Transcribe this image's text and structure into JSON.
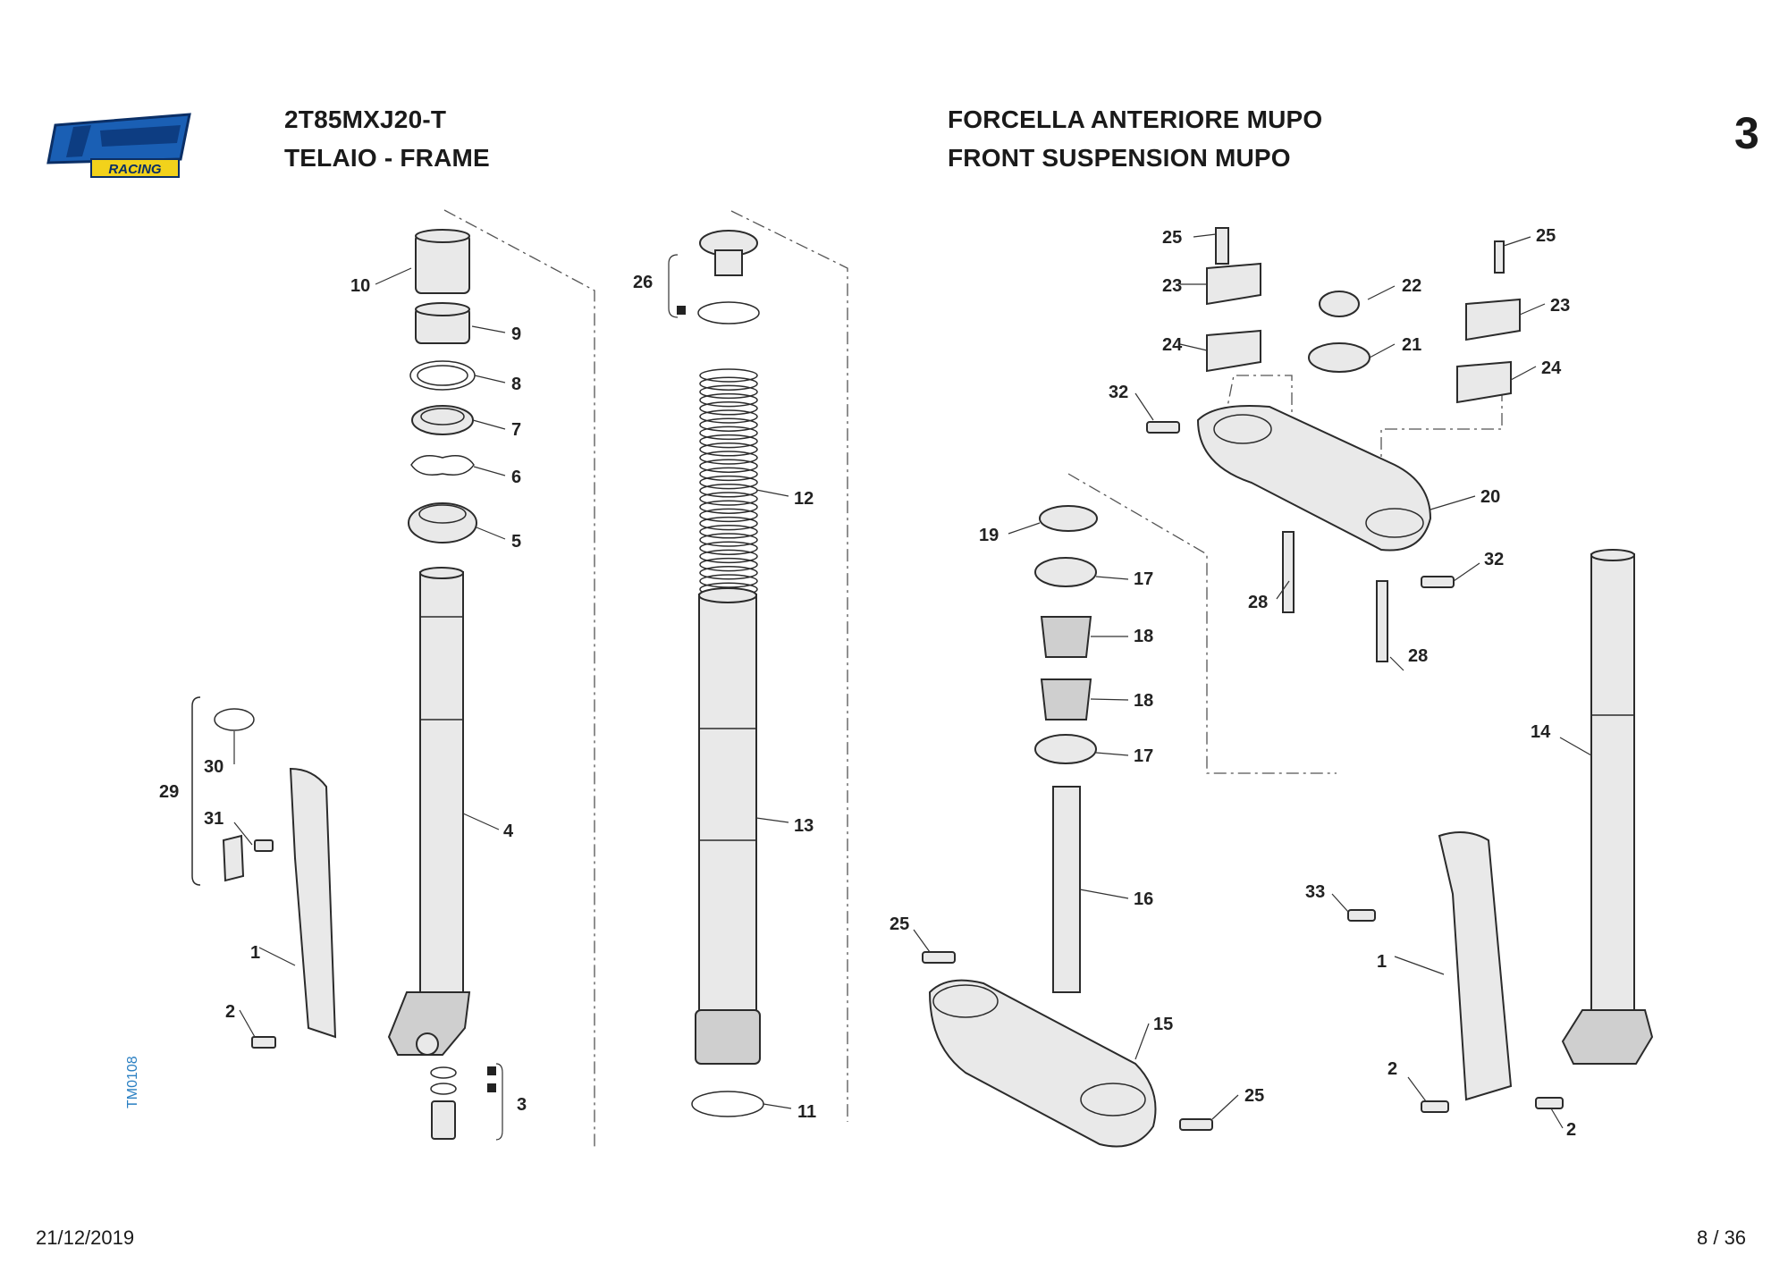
{
  "header": {
    "model": "2T85MXJ20-T",
    "group": "TELAIO - FRAME",
    "title_it": "FORCELLA ANTERIORE MUPO",
    "title_en": "FRONT SUSPENSION MUPO",
    "page_number": "3"
  },
  "logo": {
    "brand": "tm",
    "sub": "RACING",
    "primary_color": "#1a5fb4",
    "accent_color": "#f2d21b"
  },
  "drawing_code": "TM0108",
  "footer": {
    "date": "21/12/2019",
    "page": "8 / 36"
  },
  "callouts": [
    {
      "id": "c10",
      "text": "10"
    },
    {
      "id": "c9",
      "text": "9"
    },
    {
      "id": "c8",
      "text": "8"
    },
    {
      "id": "c7",
      "text": "7"
    },
    {
      "id": "c6",
      "text": "6"
    },
    {
      "id": "c5",
      "text": "5"
    },
    {
      "id": "c4",
      "text": "4"
    },
    {
      "id": "c3",
      "text": "3"
    },
    {
      "id": "c29",
      "text": "29"
    },
    {
      "id": "c30",
      "text": "30"
    },
    {
      "id": "c31",
      "text": "31"
    },
    {
      "id": "c1a",
      "text": "1"
    },
    {
      "id": "c2a",
      "text": "2"
    },
    {
      "id": "c26",
      "text": "26"
    },
    {
      "id": "c12",
      "text": "12"
    },
    {
      "id": "c13",
      "text": "13"
    },
    {
      "id": "c11",
      "text": "11"
    },
    {
      "id": "c25a",
      "text": "25"
    },
    {
      "id": "c23a",
      "text": "23"
    },
    {
      "id": "c24a",
      "text": "24"
    },
    {
      "id": "c22",
      "text": "22"
    },
    {
      "id": "c21",
      "text": "21"
    },
    {
      "id": "c25b",
      "text": "25"
    },
    {
      "id": "c23b",
      "text": "23"
    },
    {
      "id": "c24b",
      "text": "24"
    },
    {
      "id": "c32a",
      "text": "32"
    },
    {
      "id": "c20",
      "text": "20"
    },
    {
      "id": "c32b",
      "text": "32"
    },
    {
      "id": "c28a",
      "text": "28"
    },
    {
      "id": "c28b",
      "text": "28"
    },
    {
      "id": "c19",
      "text": "19"
    },
    {
      "id": "c17a",
      "text": "17"
    },
    {
      "id": "c18a",
      "text": "18"
    },
    {
      "id": "c18b",
      "text": "18"
    },
    {
      "id": "c17b",
      "text": "17"
    },
    {
      "id": "c16",
      "text": "16"
    },
    {
      "id": "c25c",
      "text": "25"
    },
    {
      "id": "c15",
      "text": "15"
    },
    {
      "id": "c25d",
      "text": "25"
    },
    {
      "id": "c14",
      "text": "14"
    },
    {
      "id": "c33",
      "text": "33"
    },
    {
      "id": "c1b",
      "text": "1"
    },
    {
      "id": "c2b",
      "text": "2"
    },
    {
      "id": "c2c",
      "text": "2"
    }
  ]
}
